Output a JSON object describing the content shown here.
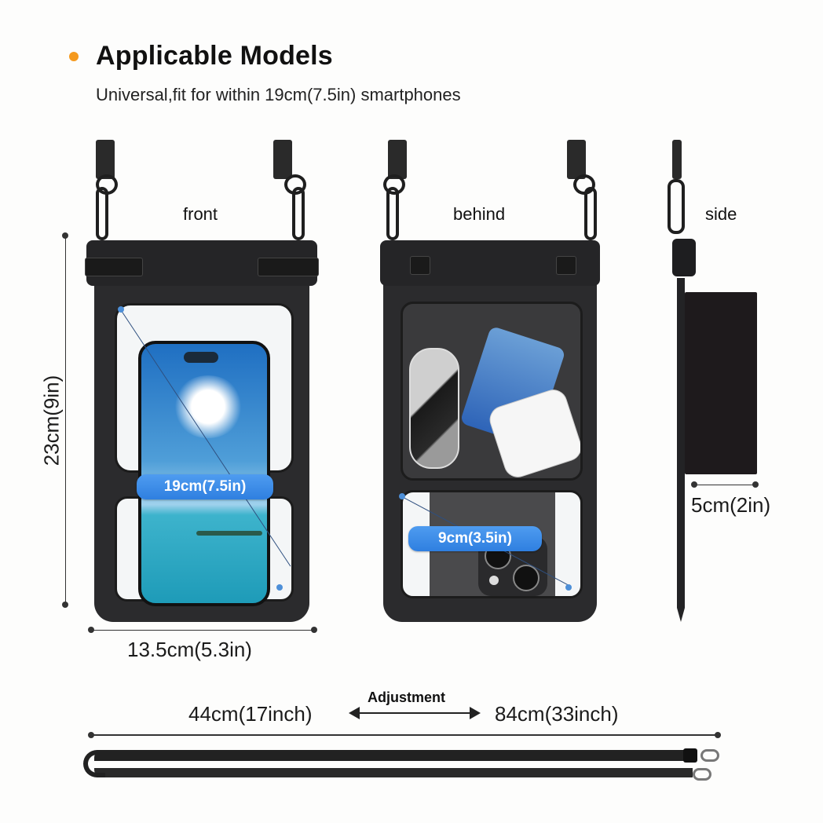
{
  "header": {
    "bullet_color": "#f59a1e",
    "title": "Applicable Models",
    "subtitle": "Universal,fit for within 19cm(7.5in) smartphones"
  },
  "views": {
    "front": {
      "label": "front",
      "height_dim": "23cm(9in)",
      "width_dim": "13.5cm(5.3in)",
      "diagonal_badge": "19cm(7.5in)"
    },
    "behind": {
      "label": "behind",
      "window_badge": "9cm(3.5in)"
    },
    "side": {
      "label": "side",
      "depth_dim": "5cm(2in)"
    }
  },
  "lanyard": {
    "min_length": "44cm(17inch)",
    "adjust_label": "Adjustment",
    "max_length": "84cm(33inch)"
  },
  "colors": {
    "badge_blue": "#3a88e6",
    "pouch_black": "#2b2b2d"
  }
}
